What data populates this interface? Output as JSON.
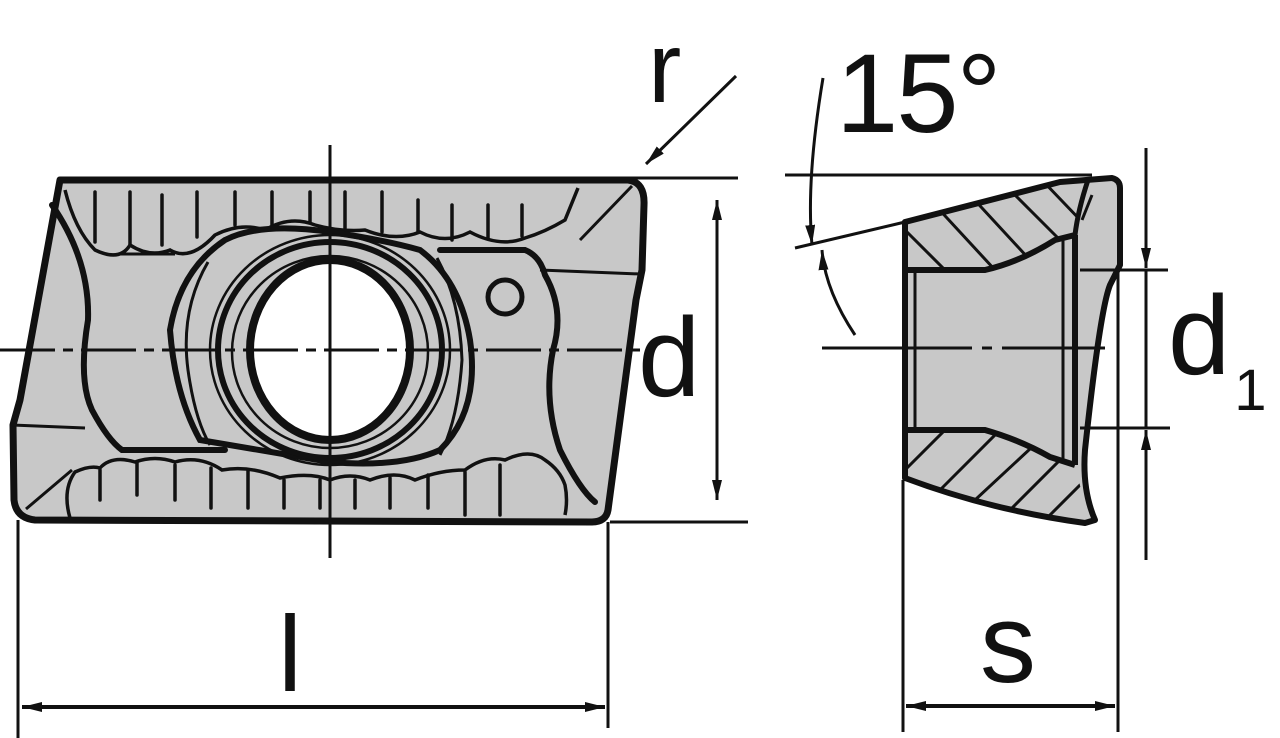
{
  "drawing": {
    "title": "Indexable milling insert — dimension drawing",
    "fill_color": "#c8c8c8",
    "line_color": "#111111",
    "background": "#ffffff",
    "views": [
      {
        "name": "top-view",
        "description": "Insert plan view with central screw hole and chip-breaker grooves"
      },
      {
        "name": "side-section-view",
        "description": "Section view with hatched cross-section and clearance angle"
      }
    ],
    "dimensions": {
      "corner_radius": "r",
      "clearance_angle": "15°",
      "width": "d",
      "hole_diameter": "d",
      "hole_diameter_sub": "1",
      "length": "l",
      "thickness": "s"
    }
  }
}
